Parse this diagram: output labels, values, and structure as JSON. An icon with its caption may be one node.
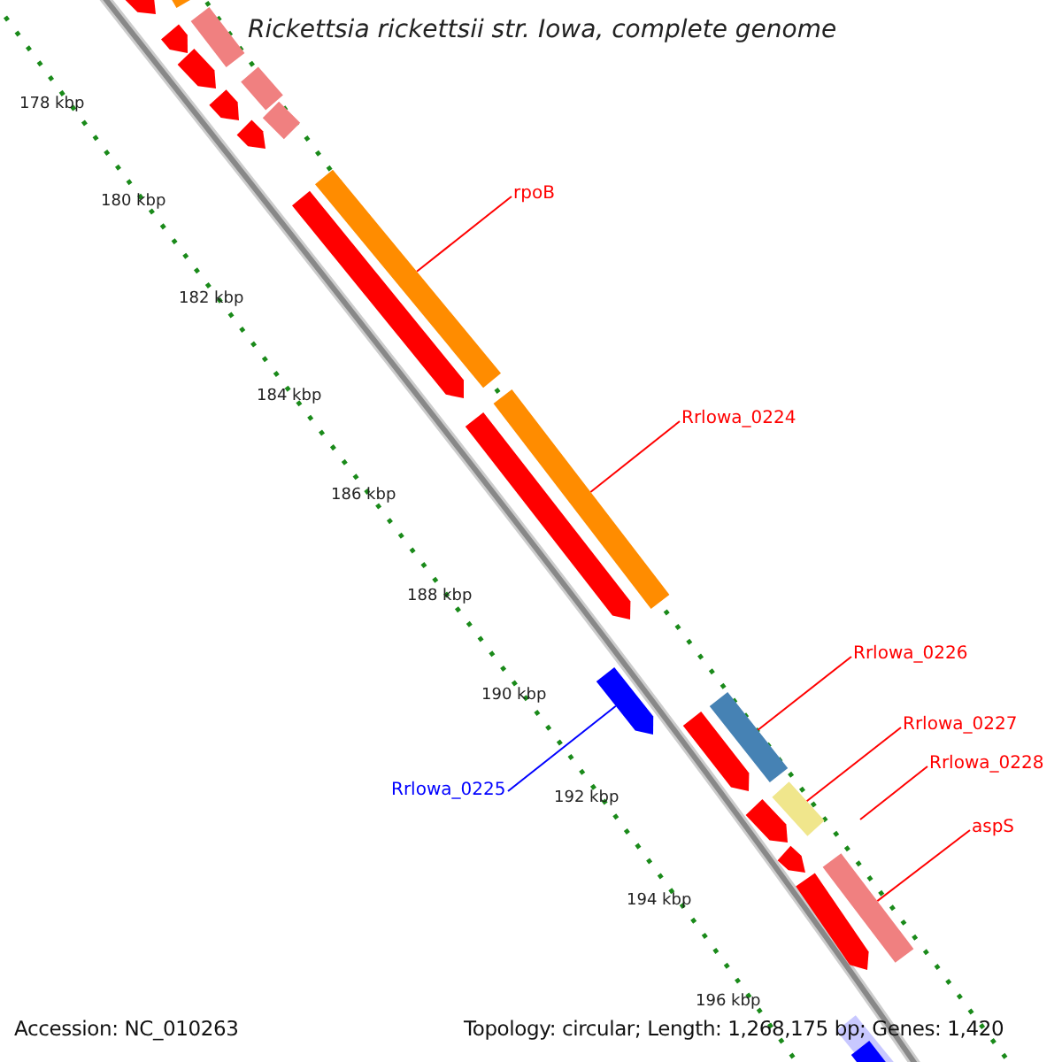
{
  "diagram": {
    "title": "Rickettsia rickettsii str. Iowa, complete genome",
    "nodes": [
      {
        "text": [
          "rpoB"
        ]
      },
      {
        "text": [],
        "shape": "bar"
      },
      {
        "text": [
          "Rrlowa_0224"
        ]
      },
      {
        "text": [],
        "shape": "bar"
      },
      {
        "text": [
          "Rrlowa_0226"
        ]
      },
      {
        "text": [],
        "shape": "bar"
      },
      {
        "text": [
          "Rrlowa_0227"
        ]
      },
      {
        "text": [],
        "shape": "bar"
      },
      {
        "text": [
          "Rrlowa_0228"
        ]
      },
      {
        "text": [
          "Rrlowa_0225"
        ]
      },
      {
        "text": [],
        "shape": "arrow"
      },
      {
        "text": [
          "aspS"
        ]
      },
      {
        "text": [],
        "shape": "bar"
      }
    ],
    "edges": [
      {
        "from": 0,
        "to": 1,
        "arrow": "none"
      },
      {
        "from": 2,
        "to": 3,
        "arrow": "none"
      },
      {
        "from": 4,
        "to": 5,
        "arrow": "none"
      },
      {
        "from": 6,
        "to": 7,
        "arrow": "none"
      },
      {
        "from": 8,
        "to": null,
        "arrow": "none"
      },
      {
        "from": 9,
        "to": 10,
        "arrow": "none",
        "color": "#0000ff"
      },
      {
        "from": 11,
        "to": 12,
        "arrow": "none"
      }
    ],
    "labels": [
      "178 kbp",
      "180 kbp",
      "182 kbp",
      "184 kbp",
      "186 kbp",
      "188 kbp",
      "190 kbp",
      "192 kbp",
      "194 kbp",
      "196 kbp",
      "Accession: NC_010263",
      "Topology: circular; Length: 1,268,175 bp; Genes: 1,420"
    ]
  }
}
